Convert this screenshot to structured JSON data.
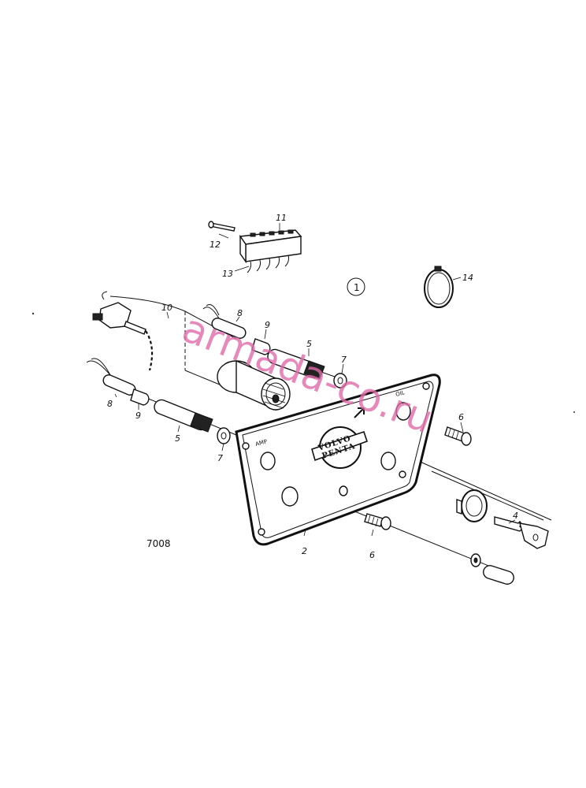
{
  "diagram": {
    "figure_number": "7008",
    "group_marker": "1",
    "watermark": "armada-co.ru",
    "plate": {
      "brand_line1": "VOLVO",
      "brand_line2": "PENTA",
      "gauge_label_left": "AMP",
      "gauge_label_right": "OIL"
    },
    "callouts": {
      "c2": "2",
      "c4": "4",
      "c5a": "5",
      "c5b": "5",
      "c6a": "6",
      "c6b": "6",
      "c7a": "7",
      "c7b": "7",
      "c8a": "8",
      "c8b": "8",
      "c9a": "9",
      "c9b": "9",
      "c10": "10",
      "c11": "11",
      "c12": "12",
      "c13": "13",
      "c14": "14"
    }
  }
}
